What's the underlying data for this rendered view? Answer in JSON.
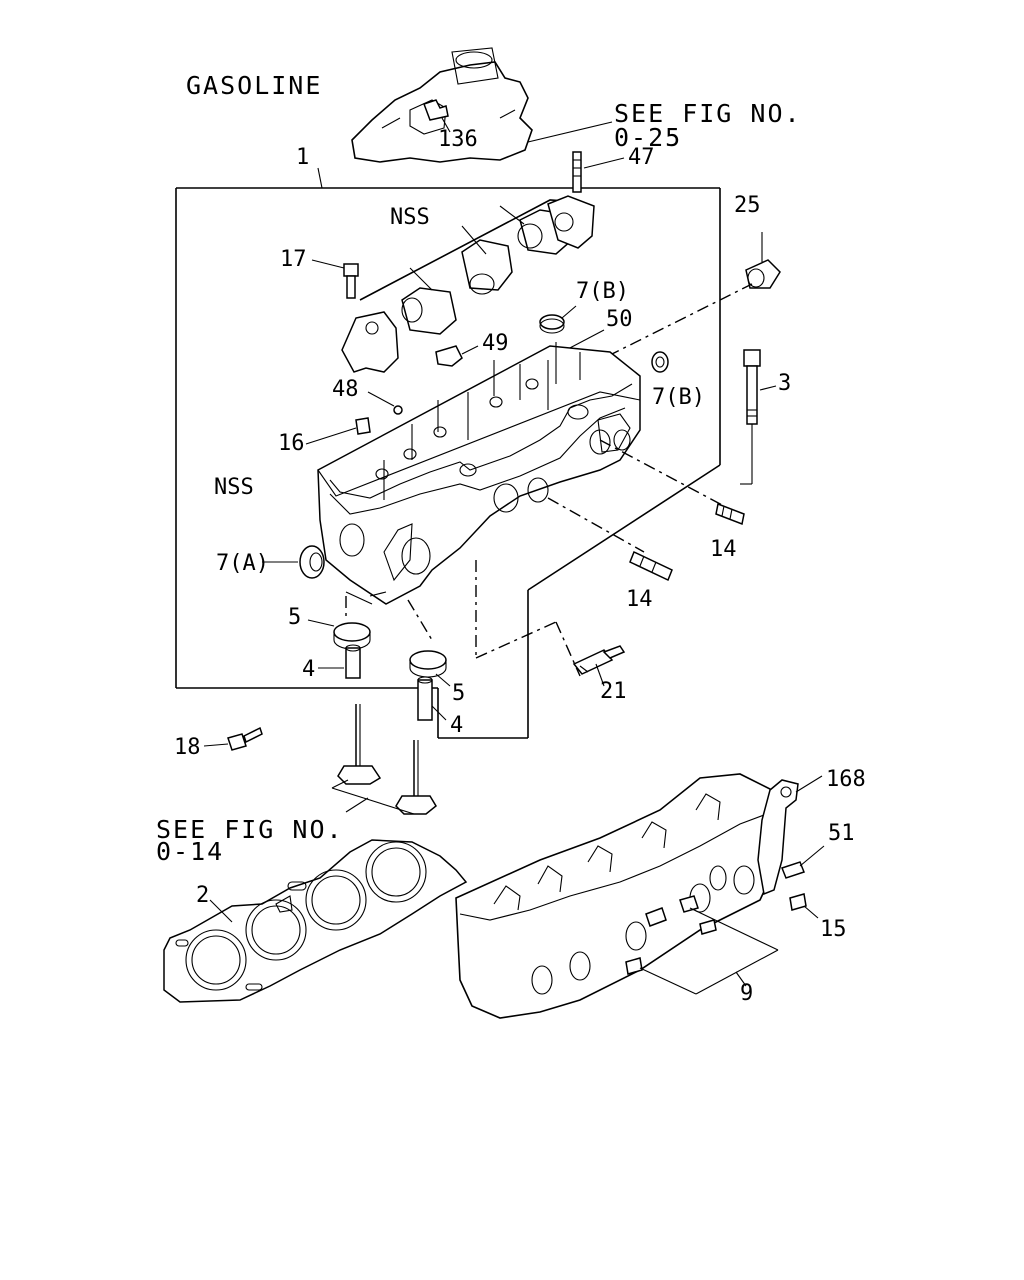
{
  "header": {
    "variant": "GASOLINE",
    "see_fig_top": [
      "SEE FIG NO.",
      "0-25"
    ],
    "see_fig_bottom": [
      "SEE FIG NO.",
      "0-14"
    ]
  },
  "callouts": {
    "c136": "136",
    "c47": "47",
    "c1": "1",
    "c25": "25",
    "c17": "17",
    "nss_top": "NSS",
    "c7b_top": "7(B)",
    "c50": "50",
    "c49": "49",
    "c3": "3",
    "c7b_right": "7(B)",
    "c48": "48",
    "c16": "16",
    "nss_mid": "NSS",
    "c14_a": "14",
    "c7a": "7(A)",
    "c14_b": "14",
    "c5_a": "5",
    "c4_a": "4",
    "c5_b": "5",
    "c21": "21",
    "c4_b": "4",
    "c18": "18",
    "c168": "168",
    "c51": "51",
    "c2": "2",
    "c15": "15",
    "c9": "9"
  }
}
